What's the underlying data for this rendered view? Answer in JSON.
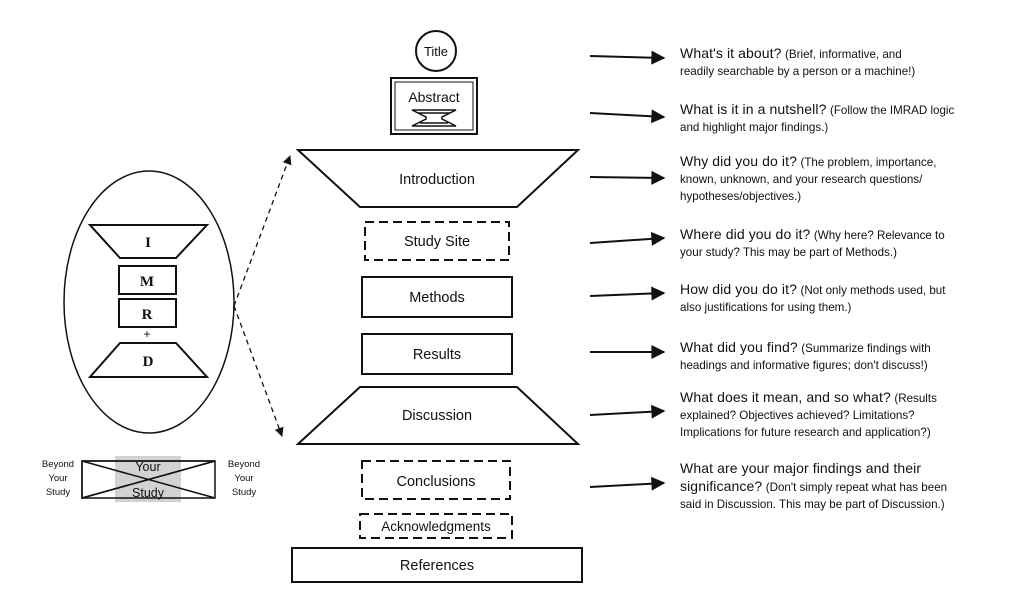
{
  "sections": {
    "title": "Title",
    "abstract": "Abstract",
    "introduction": "Introduction",
    "study_site": "Study Site",
    "methods": "Methods",
    "results": "Results",
    "discussion": "Discussion",
    "conclusions": "Conclusions",
    "acknowledgments": "Acknowledgments",
    "references": "References"
  },
  "imrad": {
    "i": "I",
    "m": "M",
    "r": "R",
    "plus": "+",
    "d": "D"
  },
  "scope": {
    "beyond_left_1": "Beyond",
    "beyond_left_2": "Your",
    "beyond_left_3": "Study",
    "your_1": "Your",
    "your_2": "Study",
    "beyond_right_1": "Beyond",
    "beyond_right_2": "Your",
    "beyond_right_3": "Study"
  },
  "descriptions": [
    {
      "q": "What's it about?",
      "l1": "(Brief, informative, and",
      "l2": "readily searchable by a person or a machine!)"
    },
    {
      "q": "What is it in a nutshell?",
      "l1": "(Follow the IMRAD logic",
      "l2": "and highlight major findings.)"
    },
    {
      "q": "Why did you do it?",
      "l1": " (The problem, importance,",
      "l2": "known, unknown, and your research questions/",
      "l3": "hypotheses/objectives.)"
    },
    {
      "q": "Where did you do it?",
      "l1": "(Why here? Relevance to",
      "l2": "your study? This may be part of Methods.)"
    },
    {
      "q": "How did you do it?",
      "l1": "(Not only methods used, but",
      "l2": "also justifications for using them.)"
    },
    {
      "q": "What did you find?",
      "l1": "(Summarize findings with",
      "l2": "headings and informative figures; don't discuss!)"
    },
    {
      "q": "What does it mean, and so what?",
      "l1": "(Results",
      "l2": "explained? Objectives achieved? Limitations?",
      "l3": "Implications for future research and application?)"
    },
    {
      "q": "What are your major findings and their",
      "q2": "significance?",
      "l1": "(Don't simply repeat what has been",
      "l2": "said in Discussion. This may be part of Discussion.)"
    }
  ]
}
